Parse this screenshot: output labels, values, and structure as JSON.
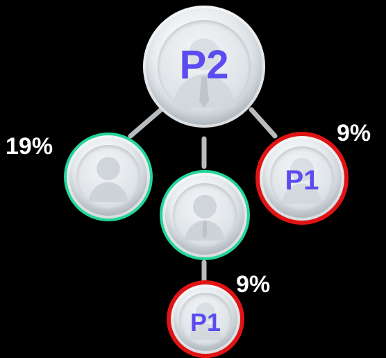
{
  "nodes": {
    "root": {
      "label": "P2"
    },
    "left": {
      "label": "",
      "percent": "19%"
    },
    "middle": {
      "label": ""
    },
    "right": {
      "label": "P1",
      "percent": "9%"
    },
    "bottom": {
      "label": "P1",
      "percent": "9%"
    }
  },
  "colors": {
    "background": "#000000",
    "label": "#5a4cf0",
    "ring_ok": "#22d59a",
    "ring_alert": "#e01414",
    "connector": "#b9bcbf",
    "percent_text": "#ffffff"
  },
  "icons": {
    "node_icon": "person-icon"
  }
}
